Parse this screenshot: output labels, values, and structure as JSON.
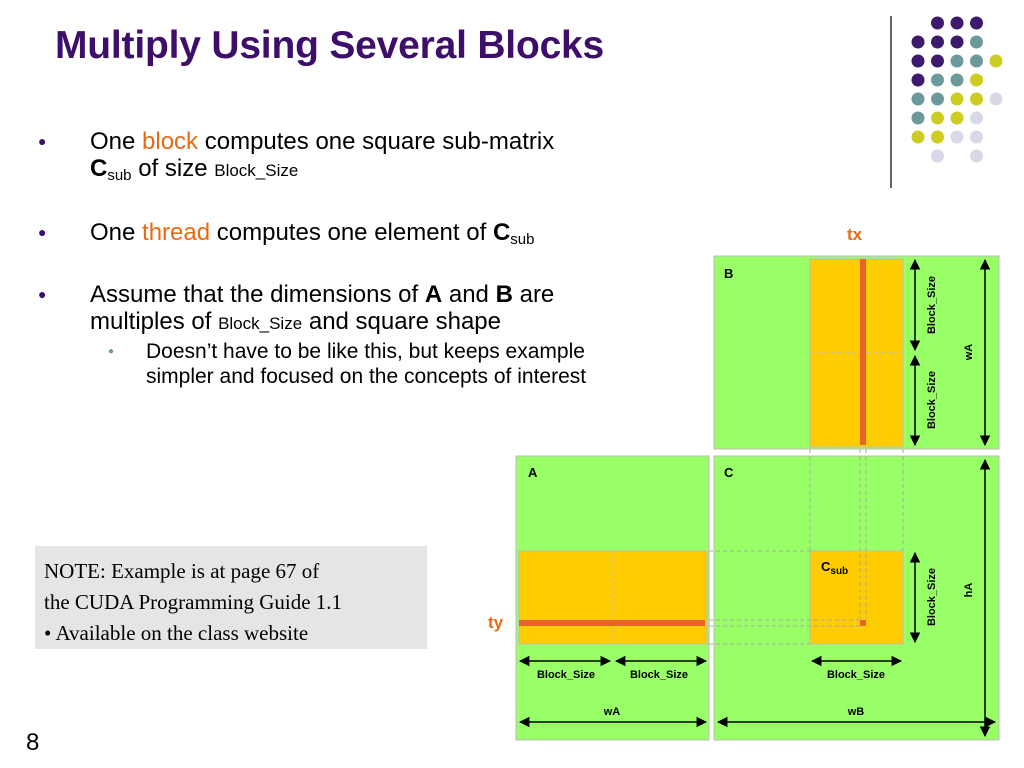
{
  "slide": {
    "title": "Multiply Using Several Blocks",
    "page_number": "8"
  },
  "bullets": {
    "b1": {
      "pre": "One ",
      "highlight": "block",
      "post": " computes one square sub-matrix",
      "c": "C",
      "c_sub": "sub",
      "of_size": " of size ",
      "block_size": "Block_Size"
    },
    "b2": {
      "pre": "One ",
      "highlight": "thread",
      "post": " computes one element of ",
      "c": "C",
      "c_sub": "sub"
    },
    "b3": {
      "pre": "Assume that the dimensions of ",
      "a": "A",
      "and": " and ",
      "b": "B",
      "post": " are",
      "line2_pre": "multiples of ",
      "block_size": "Block_Size",
      "line2_post": " and square shape"
    },
    "b4": {
      "line1": "Doesn’t have to be like this, but keeps example",
      "line2": "simpler and focused on the concepts of interest"
    }
  },
  "note": {
    "line1": "NOTE: Example is at page 67 of",
    "line2": "the CUDA Programming Guide 1.1",
    "line3": "• Available on the class website"
  },
  "diagram": {
    "label_b": "B",
    "label_a": "A",
    "label_c": "C",
    "label_csub_main": "C",
    "label_csub_sub": "sub",
    "label_tx": "tx",
    "label_ty": "ty",
    "block_size": "Block_Size",
    "wA": "wA",
    "wB": "wB",
    "hA": "hA"
  },
  "colors": {
    "title": "#3d0f6b",
    "matrix_green": "#99ff66",
    "block_orange": "#ffcc00",
    "thread_line": "#e8642c",
    "highlight": "#e86a12",
    "dot_purple": "#3d1a6b",
    "dot_teal": "#6c9a9a",
    "dot_olive": "#cccc22",
    "dot_lavender": "#d8d8e8",
    "note_bg": "#e5e5e5"
  }
}
